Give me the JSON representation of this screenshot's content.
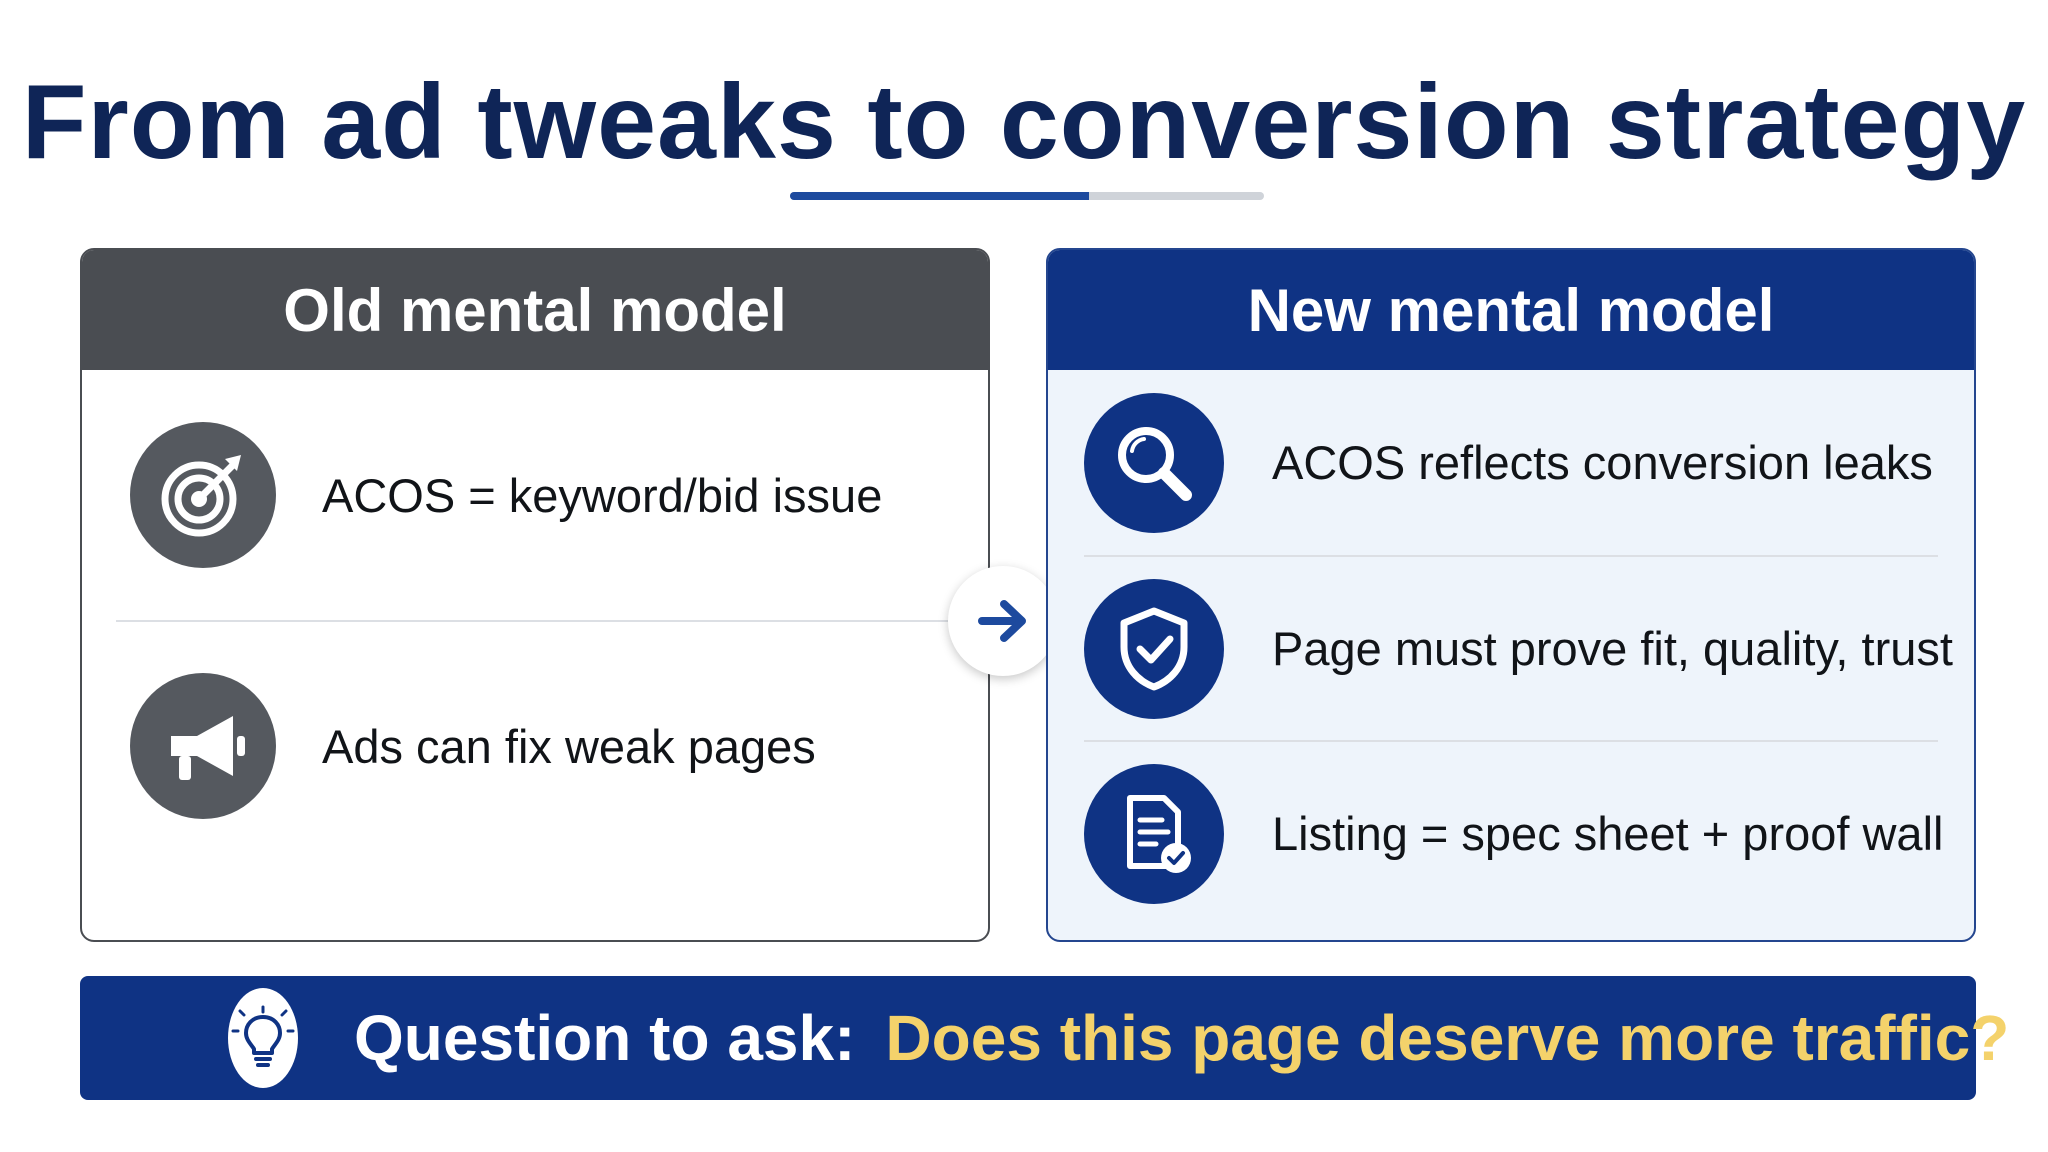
{
  "title": "From ad tweaks to conversion strategy",
  "colors": {
    "navy": "#0f3384",
    "title_text": "#0f2557",
    "gray_header": "#4a4d52",
    "gray_icon": "#55595f",
    "accent_yellow": "#f4d26b",
    "new_panel_bg": "#eef4fb"
  },
  "old_model": {
    "header": "Old mental model",
    "items": [
      {
        "icon": "target-icon",
        "text": "ACOS = keyword/bid issue"
      },
      {
        "icon": "megaphone-icon",
        "text": "Ads can fix weak pages"
      }
    ]
  },
  "transition": {
    "icon": "arrow-right-icon"
  },
  "new_model": {
    "header": "New mental model",
    "items": [
      {
        "icon": "magnifier-icon",
        "text": "ACOS reflects conversion leaks"
      },
      {
        "icon": "shield-check-icon",
        "text": "Page must prove fit, quality, trust"
      },
      {
        "icon": "document-check-icon",
        "text": "Listing = spec sheet + proof wall"
      }
    ]
  },
  "banner": {
    "icon": "lightbulb-icon",
    "label": "Question to ask:",
    "question": "Does this page deserve more traffic?"
  }
}
